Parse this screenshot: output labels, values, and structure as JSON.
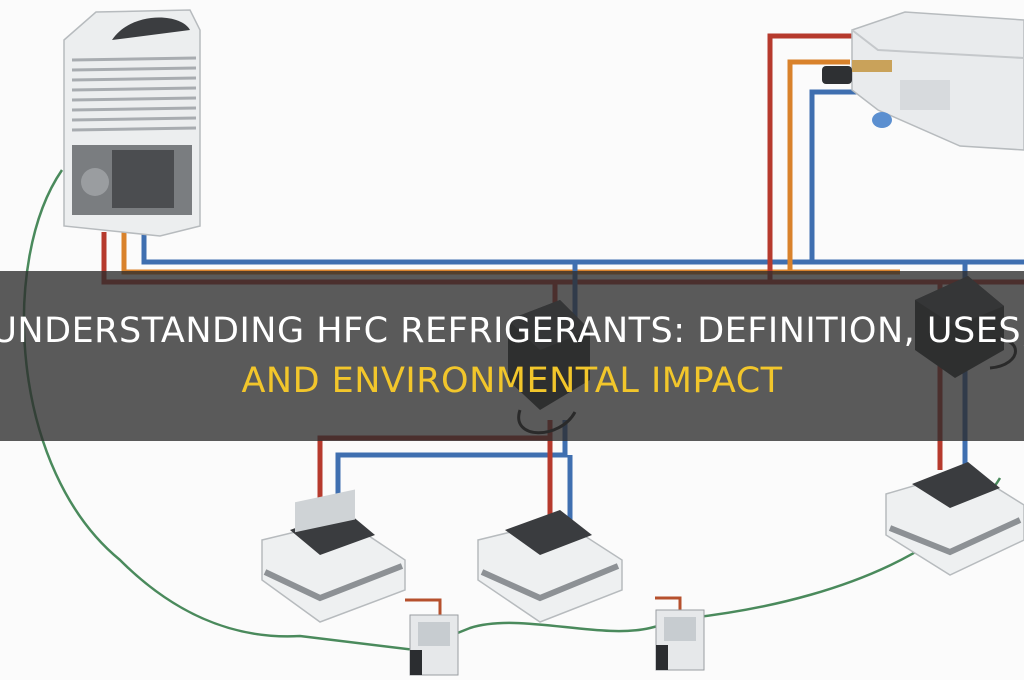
{
  "headline": {
    "line_1": "UNDERSTANDING HFC REFRIGERANTS: DEFINITION, USES,",
    "line_2": "AND ENVIRONMENTAL IMPACT"
  },
  "colors": {
    "band": "#2d2d2d",
    "line_1_text": "#ffffff",
    "line_2_text": "#f2c62b",
    "pipe_red": "#b63a2d",
    "pipe_orange": "#d9822b",
    "pipe_blue": "#3f6fb0",
    "signal_wire": "#4a8a5c"
  },
  "illustration": {
    "subject": "VRF air conditioning system: outdoor unit, ducted indoor unit, branch boxes, three ceiling cassette units and wired controllers"
  }
}
